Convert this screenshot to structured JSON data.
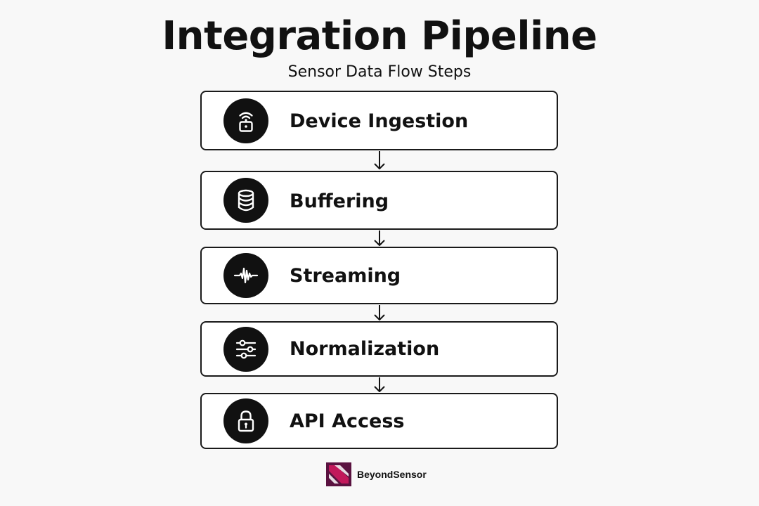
{
  "diagram": {
    "title": "Integration Pipeline",
    "subtitle": "Sensor Data Flow Steps",
    "steps": [
      {
        "label": "Device Ingestion",
        "icon": "wifi-device-icon"
      },
      {
        "label": "Buffering",
        "icon": "database-icon"
      },
      {
        "label": "Streaming",
        "icon": "waveform-icon"
      },
      {
        "label": "Normalization",
        "icon": "sliders-icon"
      },
      {
        "label": "API Access",
        "icon": "lock-icon"
      }
    ],
    "connector": "arrow-down-icon"
  },
  "brand": {
    "name": "BeyondSensor",
    "logo": "beyondsensor-logo",
    "colors": {
      "logo_dark": "#5a1240",
      "logo_light": "#c2185b"
    }
  },
  "colors": {
    "background": "#f8f8f8",
    "box_fill": "#ffffff",
    "box_border": "#1a1a1a",
    "icon_circle": "#111111",
    "text": "#111111"
  }
}
